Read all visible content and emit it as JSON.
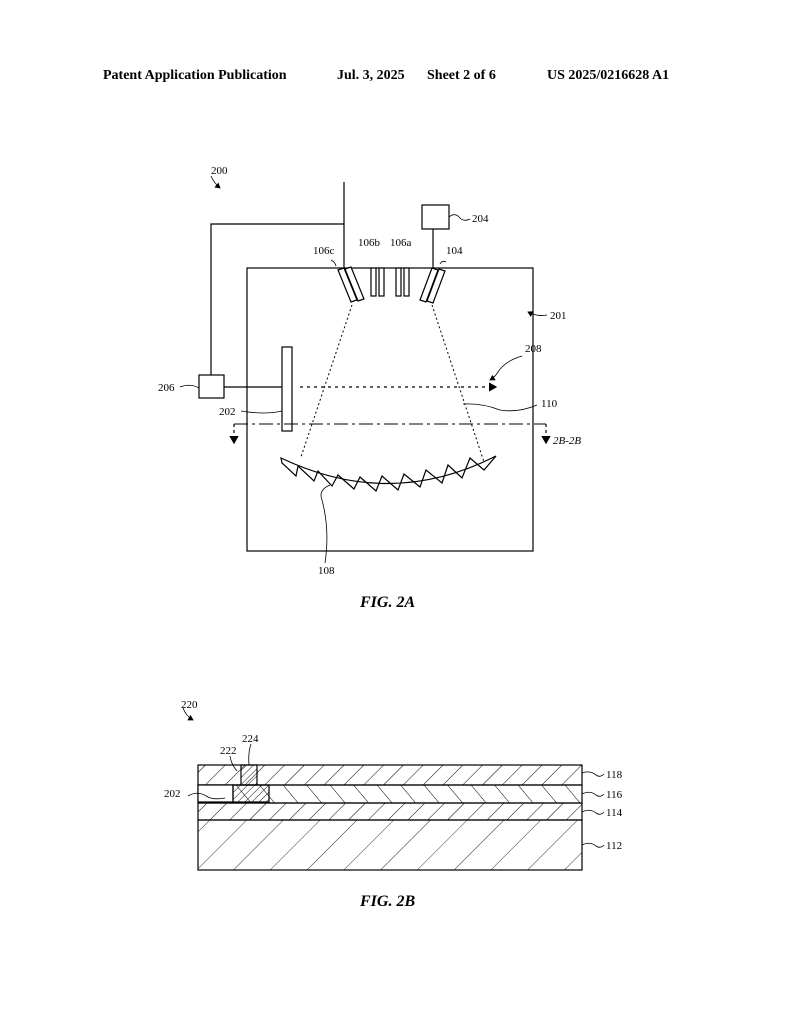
{
  "header": {
    "publication": "Patent Application Publication",
    "date": "Jul. 3, 2025",
    "sheet": "Sheet 2 of 6",
    "number": "US 2025/0216628 A1"
  },
  "fig2a": {
    "caption": "FIG. 2A",
    "labels": {
      "system": "200",
      "chamber": "201",
      "substrate": "202",
      "unit_204": "204",
      "unit_206": "206",
      "motion": "208",
      "beam": "110",
      "grating": "108",
      "source_104": "104",
      "source_106a": "106a",
      "source_106b": "106b",
      "source_106c": "106c",
      "section": "2B-2B"
    }
  },
  "fig2b": {
    "caption": "FIG. 2B",
    "labels": {
      "stack": "220",
      "substrate": "202",
      "item_222": "222",
      "item_224": "224",
      "layer_118": "118",
      "layer_116": "116",
      "layer_114": "114",
      "layer_112": "112"
    }
  }
}
